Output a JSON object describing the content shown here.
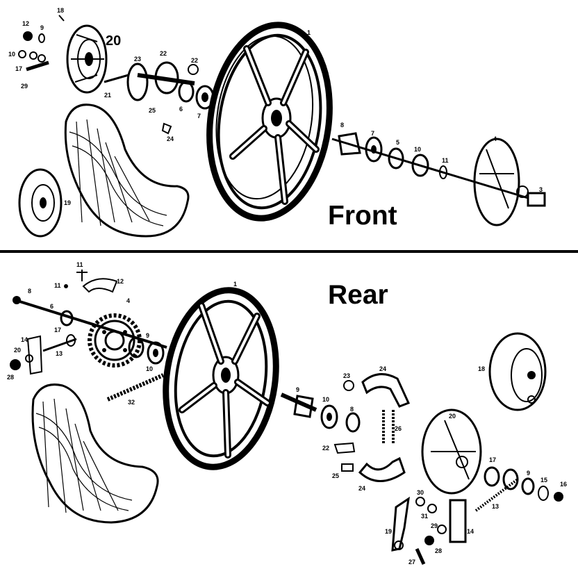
{
  "sections": {
    "front": "Front",
    "rear": "Rear"
  },
  "front_labels": {
    "wheel": "1",
    "pin_top": "18",
    "nut_a": "12",
    "washer_a": "9",
    "washer_b": "10",
    "cam_lever": "17",
    "bolt_a": "29",
    "brake_drum": "20",
    "bolt_b": "21",
    "drive_plate": "23",
    "gear_a": "22",
    "gear_b": "22",
    "shaft": "25",
    "bearing_a": "6",
    "bearing_b": "7",
    "clip": "24",
    "spacer": "8",
    "bearing_c": "7",
    "seal": "5",
    "collar": "10",
    "washer_c": "11",
    "brake_plate": "4",
    "axle": "3",
    "hub_cover": "19"
  },
  "rear_labels": {
    "wheel": "1",
    "bolt_top": "11",
    "bracket": "12",
    "axle_nut": "8",
    "washer_small": "11",
    "sprocket": "4",
    "axle": "6",
    "bearing_s": "9",
    "spacer_s": "10",
    "washer_17": "17",
    "nut_14": "14",
    "bolt_13": "13",
    "washer_20": "20",
    "nut_28": "28",
    "chain": "32",
    "hub_spindle": "9",
    "bearing_10": "10",
    "bearing_8": "8",
    "ring_23": "23",
    "shoe_top": "24",
    "spring_26": "26",
    "cam_22": "22",
    "pad_25": "25",
    "shoe_bottom": "24",
    "drum": "18",
    "backplate": "20",
    "sleeve_17": "17",
    "washer_9": "9",
    "washer_15": "15",
    "nut_16": "16",
    "rod_13": "13",
    "lever_19": "19",
    "ring_30": "30",
    "washer_31": "31",
    "bolt_29": "29",
    "block_14": "14",
    "pin_27": "27",
    "nut_28b": "28"
  }
}
